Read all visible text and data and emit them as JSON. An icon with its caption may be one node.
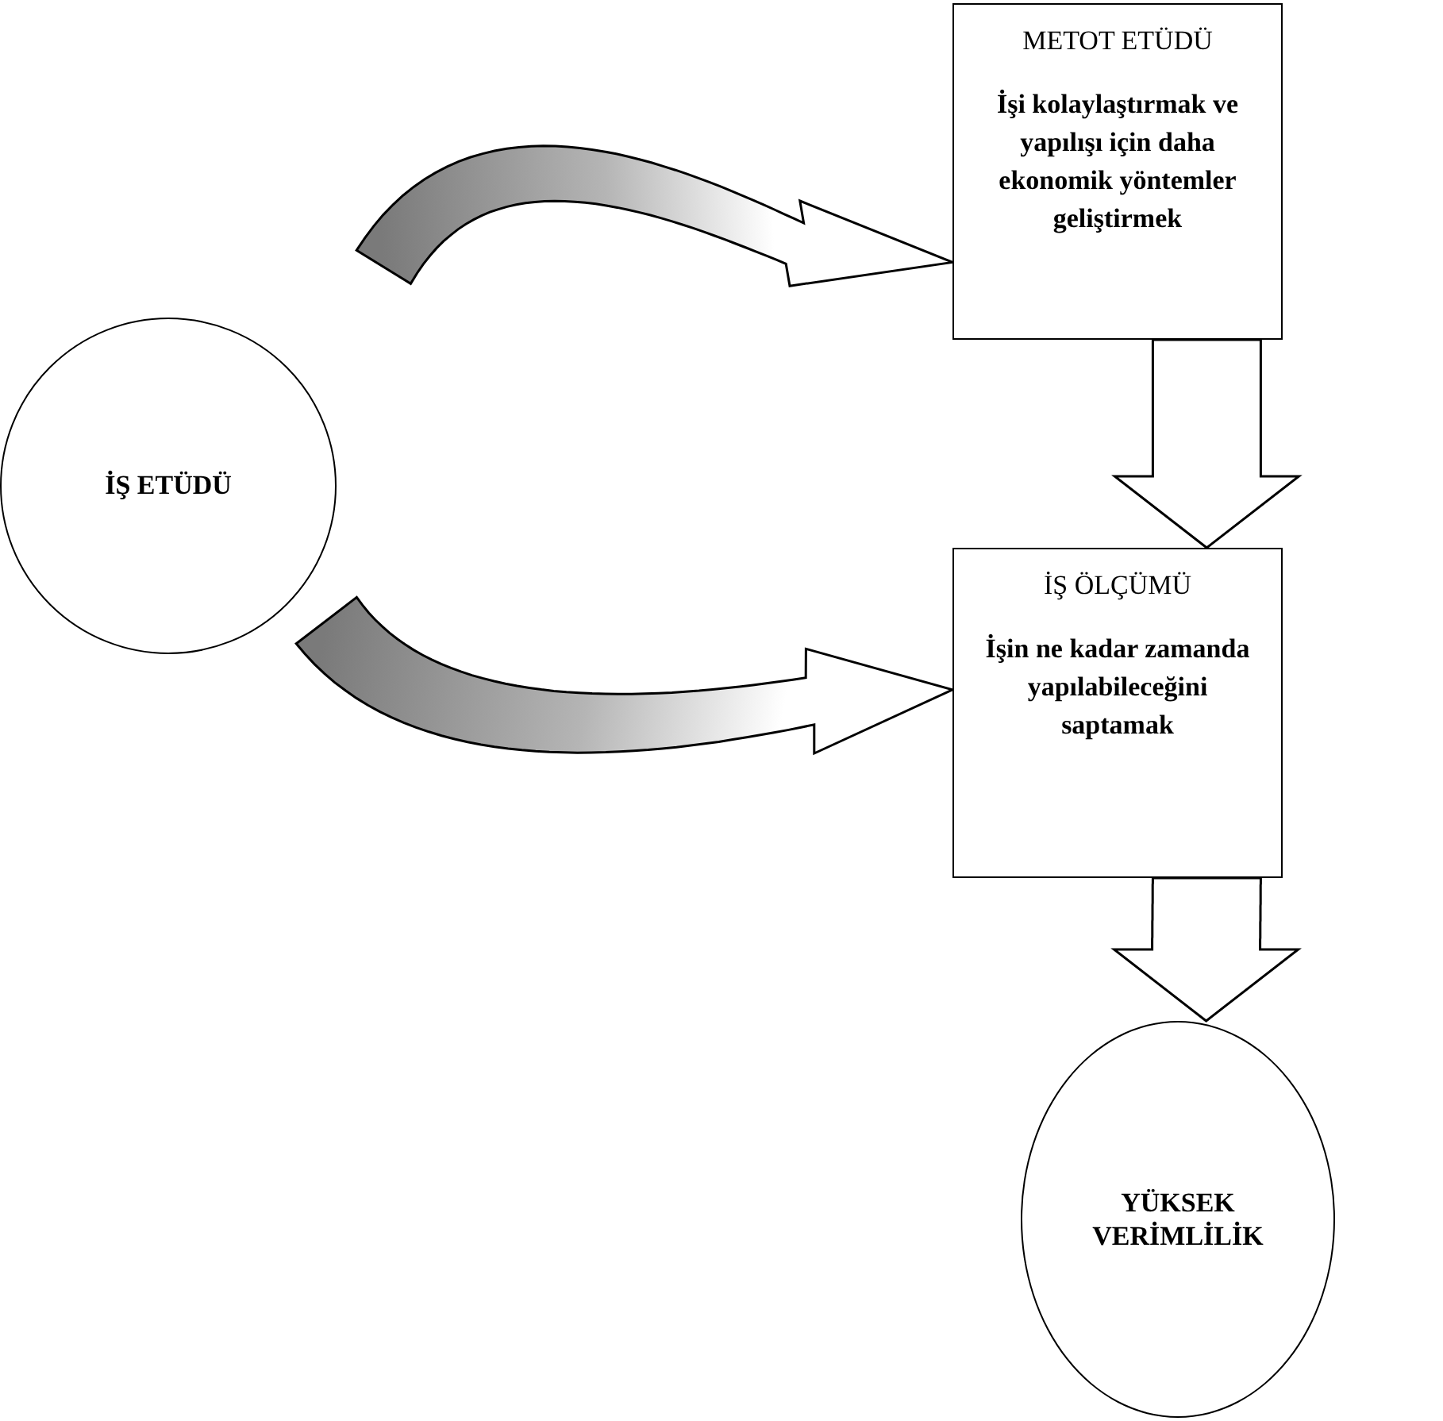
{
  "diagram": {
    "nodes": [
      {
        "text": [
          "İŞ ETÜDÜ"
        ]
      },
      {
        "text": [
          "METOT ETÜDÜ",
          "İşi kolaylaştırmak ve yapılışı için daha ekonomik yöntemler geliştirmek"
        ]
      },
      {
        "text": [
          "İŞ ÖLÇÜMÜ",
          "İşin ne kadar zamanda yapılabileceğini saptamak"
        ]
      },
      {
        "text": [
          "YÜKSEK VERİMLİLİK"
        ]
      }
    ],
    "edges": [
      {
        "from": 0,
        "to": 1,
        "arrow": "to"
      },
      {
        "from": 0,
        "to": 2,
        "arrow": "to"
      },
      {
        "from": 1,
        "to": 2,
        "arrow": "to"
      },
      {
        "from": 2,
        "to": 3,
        "arrow": "to"
      }
    ]
  }
}
